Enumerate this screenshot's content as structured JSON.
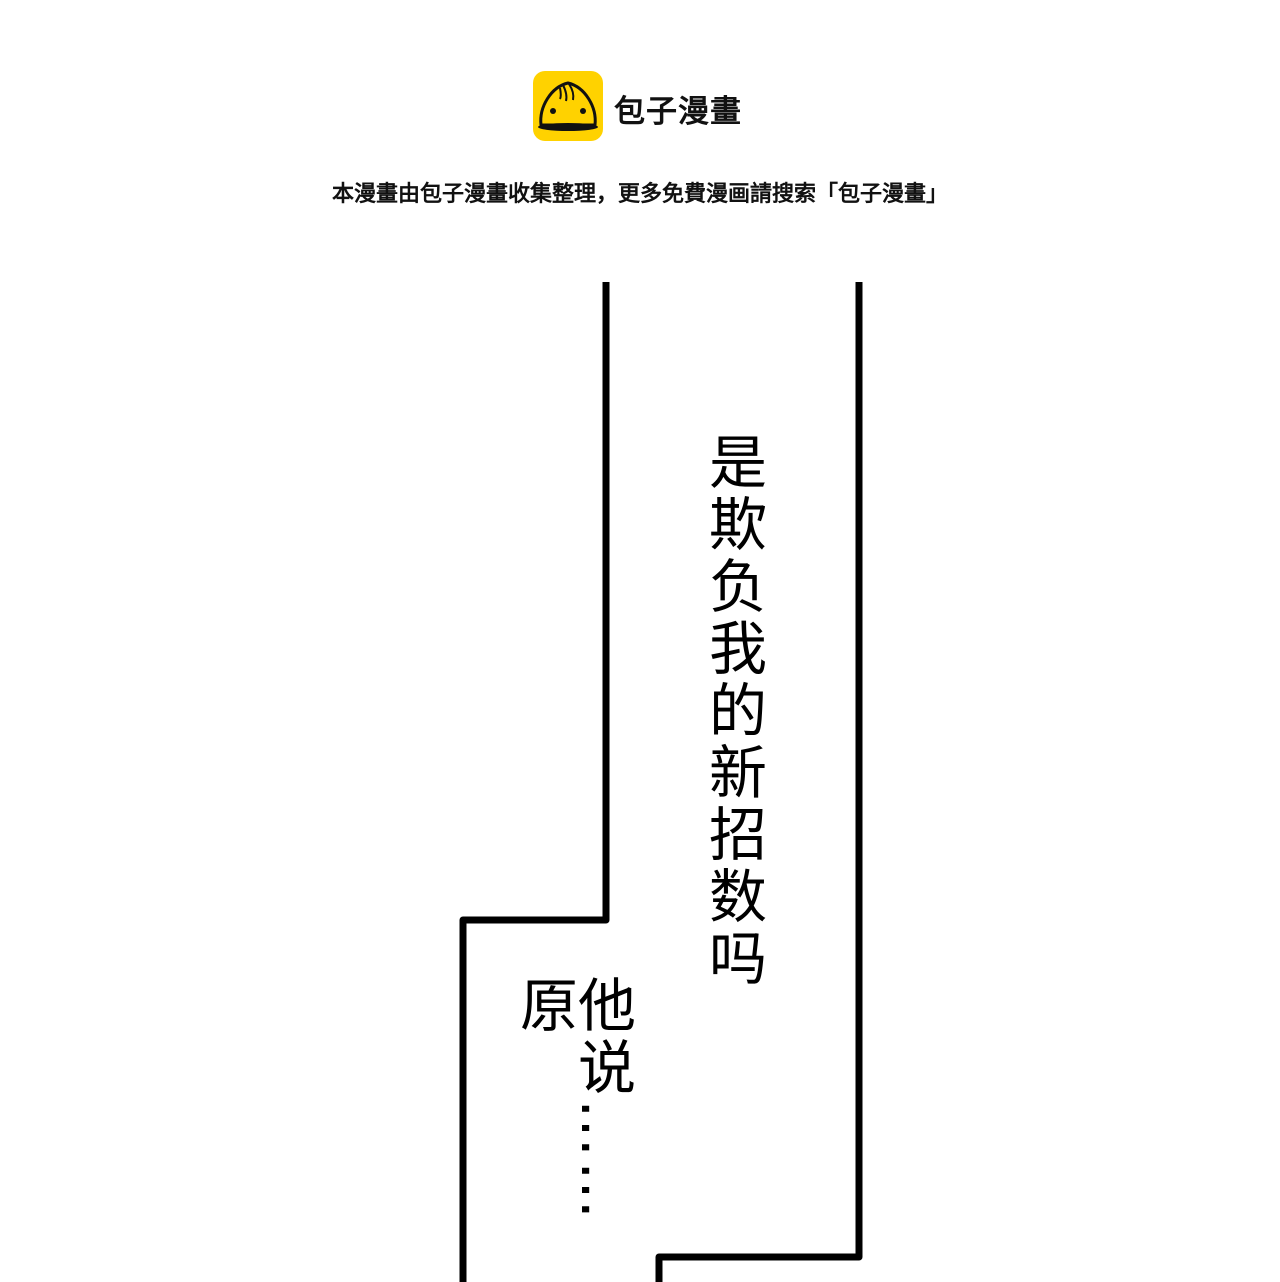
{
  "header": {
    "brand_name": "包子漫畫",
    "notice": "本漫畫由包子漫畫收集整理，更多免費漫画請搜索「包子漫畫」",
    "logo_color": "#FFD200"
  },
  "panel": {
    "bubble_right_text": "是欺负我的新招数吗",
    "bubble_left_text": "他说……原"
  }
}
